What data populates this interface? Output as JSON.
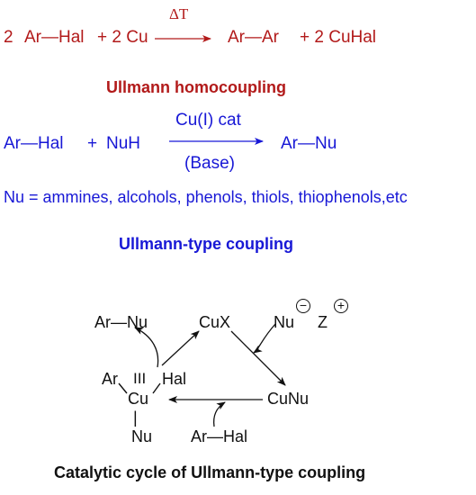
{
  "colors": {
    "red": "#b21a1a",
    "blue": "#1818d6",
    "black": "#111111"
  },
  "homocoupling": {
    "coef1": "2",
    "reactant": "Ar—Hal",
    "plus1": "+ 2 Cu",
    "condition": "ΔT",
    "product": "Ar—Ar",
    "byproduct": "+ 2 CuHal",
    "title": "Ullmann homocoupling"
  },
  "type_coupling": {
    "reactant": "Ar—Hal",
    "plus": "+",
    "nucleophile": "NuH",
    "catalyst": "Cu(I) cat",
    "base": "(Base)",
    "product": "Ar—Nu",
    "nu_definition": "Nu = ammines, alcohols, phenols, thiols, thiophenols,etc",
    "title": "Ullmann-type coupling"
  },
  "cycle": {
    "product": "Ar—Nu",
    "catalyst": "CuX",
    "nucleophile": "Nu",
    "nu_charge": "−",
    "counterion": "Z",
    "z_charge": "+",
    "complex_ar": "Ar",
    "complex_ox": "III",
    "complex_hal": "Hal",
    "complex_cu": "Cu",
    "complex_bond": "|",
    "complex_nu": "Nu",
    "cunu": "CuNu",
    "aryl_halide": "Ar—Hal",
    "title": "Catalytic cycle of Ullmann-type coupling"
  }
}
